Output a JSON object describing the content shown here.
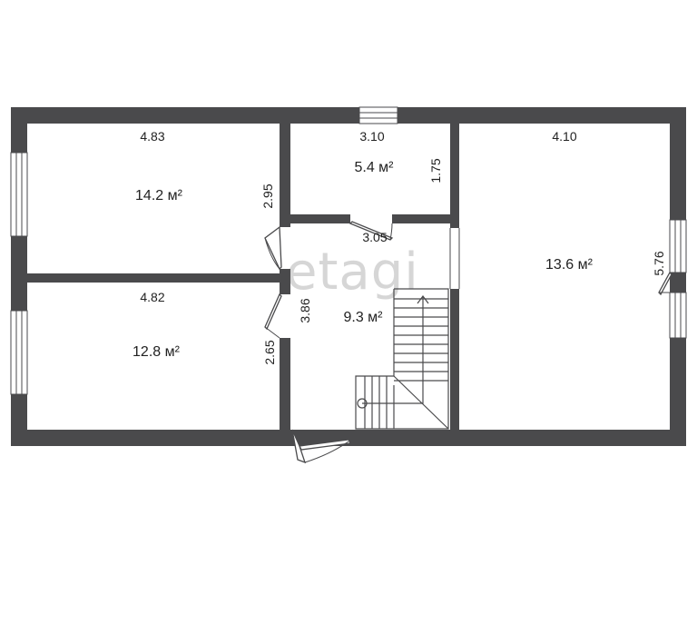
{
  "watermark": "etagi",
  "rooms": [
    {
      "id": "room-top-left",
      "area": "14.2 м²",
      "width": "4.83",
      "height": "2.95"
    },
    {
      "id": "room-bottom-left",
      "area": "12.8 м²",
      "width": "4.82",
      "height": "2.65"
    },
    {
      "id": "room-top-middle",
      "area": "5.4 м²",
      "width": "3.10",
      "height": "1.75"
    },
    {
      "id": "hall",
      "area": "9.3 м²",
      "width": "3.05",
      "height": "3.86"
    },
    {
      "id": "room-right",
      "area": "13.6 м²",
      "width": "4.10",
      "height": "5.76"
    }
  ],
  "colors": {
    "wall": "#4a4a4c",
    "background": "#ffffff",
    "watermark": "#d6d6d6"
  }
}
